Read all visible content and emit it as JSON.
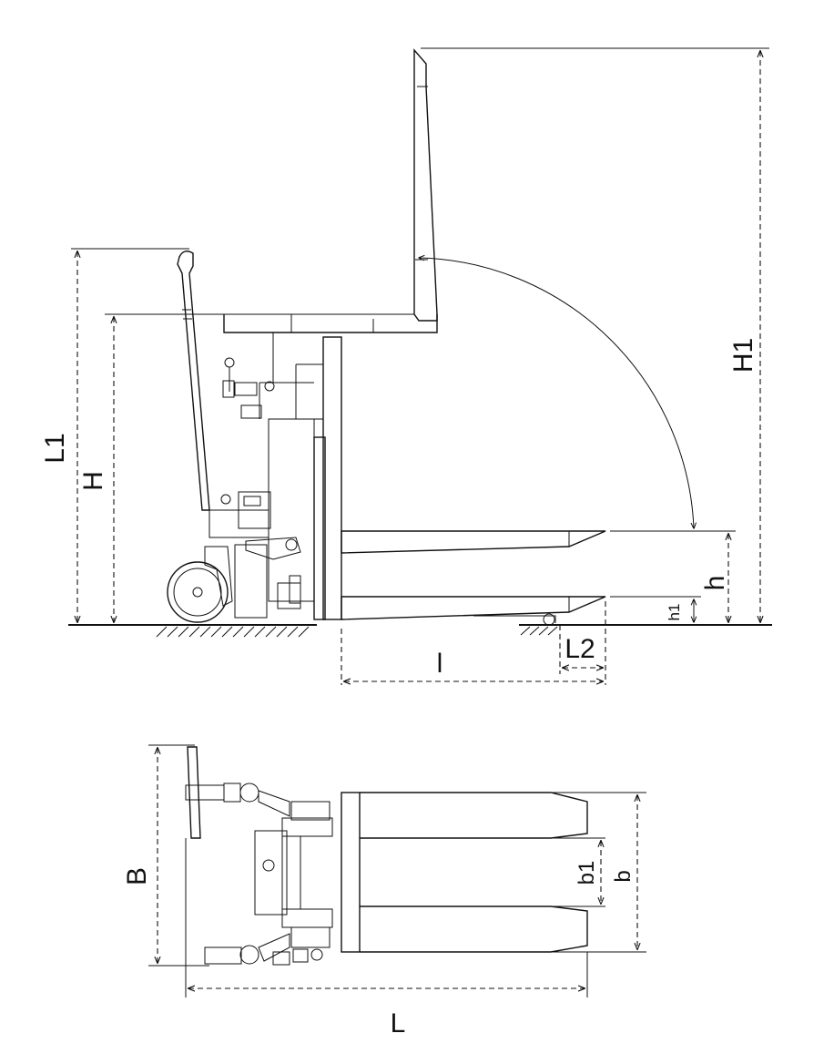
{
  "diagram": {
    "labels": {
      "L1": "L1",
      "H": "H",
      "H1": "H1",
      "h": "h",
      "h1": "h1",
      "l": "l",
      "L2": "L2",
      "B": "B",
      "b1": "b1",
      "b": "b",
      "L": "L"
    }
  }
}
